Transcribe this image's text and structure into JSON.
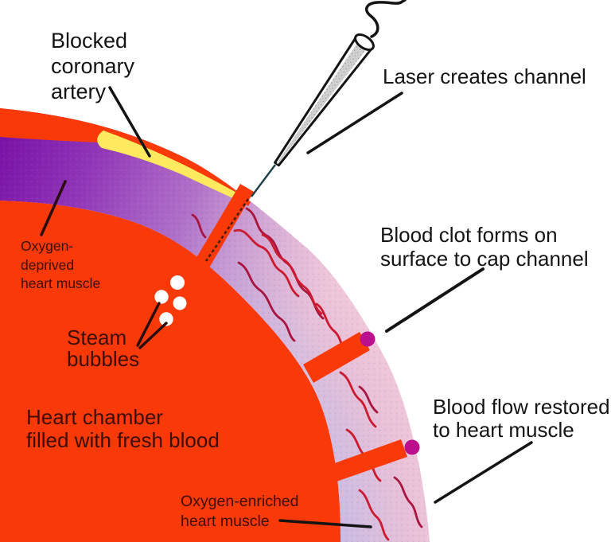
{
  "diagram": {
    "labels": {
      "blocked_coronary_artery": {
        "line1": "Blocked",
        "line2": "coronary",
        "line3": "artery"
      },
      "laser_creates_channel": {
        "line1": "Laser creates channel"
      },
      "blood_clot": {
        "line1": "Blood clot forms on",
        "line2": "surface to cap channel"
      },
      "blood_flow_restored": {
        "line1": "Blood flow restored",
        "line2": "to heart muscle"
      },
      "oxygen_deprived": {
        "line1": "Oxygen-",
        "line2": "deprived",
        "line3": "heart muscle"
      },
      "steam_bubbles": {
        "line1": "Steam",
        "line2": "bubbles"
      },
      "heart_chamber": {
        "line1": "Heart chamber",
        "line2": "filled with fresh blood"
      },
      "oxygen_enriched": {
        "line1": "Oxygen-enriched",
        "line2": "heart muscle"
      }
    },
    "colors": {
      "chamber_red": "#f93a08",
      "blocked_artery_yellow": "#ffe95e",
      "oxygen_deprived_purple": "#7a14a8",
      "ischemic_violet": "#a763c6",
      "wall_outer_pink": "#f2c9da",
      "wall_inner_lavender": "#cbbce4",
      "clot_magenta": "#bc0f8e",
      "capillary_red": "#cc1a30",
      "capillary_dark_red": "#a81540",
      "label_on_muscle": "#3c0e08",
      "label_on_white": "#141414",
      "laser_fiber": "#20404a",
      "pen_body_gray": "#d2d2d2"
    }
  }
}
